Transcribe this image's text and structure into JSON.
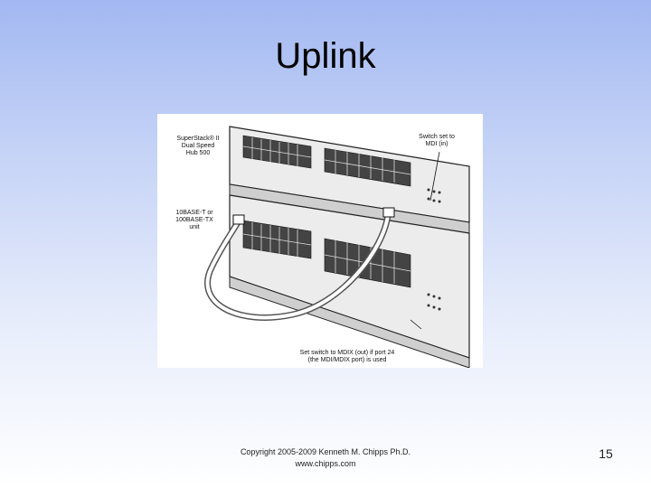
{
  "slide": {
    "title": "Uplink",
    "footer_line1": "Copyright 2005-2009 Kenneth M. Chipps Ph.D.",
    "footer_line2": "www.chipps.com",
    "page_number": "15"
  },
  "figure": {
    "label_hub_1": "SuperStack® II",
    "label_hub_2": "Dual Speed",
    "label_hub_3": "Hub 500",
    "label_unit_1": "10BASE-T or",
    "label_unit_2": "100BASE-TX",
    "label_unit_3": "unit",
    "label_switch_1": "Switch set to",
    "label_switch_2": "MDI (in)",
    "label_bottom_1": "Set switch to MDIX (out) if port 24",
    "label_bottom_2": "(the MDI/MDIX port) is used"
  }
}
